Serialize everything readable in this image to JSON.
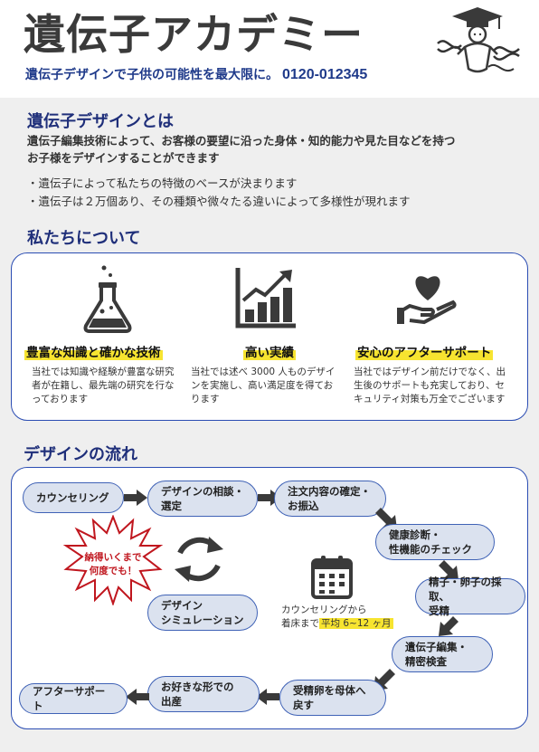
{
  "header": {
    "title": "遺伝子アカデミー",
    "tagline": "遺伝子デザインで子供の可能性を最大限に。",
    "phone": "0120-012345",
    "logo_icon": "graduation-baby-dna-icon"
  },
  "intro": {
    "title": "遺伝子デザインとは",
    "lead_line1": "遺伝子編集技術によって、お客様の要望に沿った身体・知的能力や見た目などを持つ",
    "lead_line2": "お子様をデザインすることができます",
    "bullets": [
      "・遺伝子によって私たちの特徴のベースが決まります",
      "・遺伝子は２万個あり、その種類や微々たる違いによって多様性が現れます"
    ]
  },
  "about": {
    "title": "私たちについて",
    "features": [
      {
        "icon": "flask-icon",
        "heading": "豊富な知識と確かな技術",
        "desc": [
          "当社では知識や経験が豊富な研究",
          "者が在籍し、最先端の研究を行な",
          "っております"
        ]
      },
      {
        "icon": "growth-chart-icon",
        "heading": "高い実績",
        "desc": [
          "当社では述べ 3000 人ものデザイ",
          "ンを実施し、高い満足度を得てお",
          "ります"
        ]
      },
      {
        "icon": "heart-hand-icon",
        "heading": "安心のアフターサポート",
        "desc": [
          "当社ではデザイン前だけでなく、出",
          "生後のサポートも充実しており、セ",
          "キュリティ対策も万全でございます"
        ]
      }
    ]
  },
  "flow": {
    "title": "デザインの流れ",
    "steps": [
      [
        "カウンセリング"
      ],
      [
        "デザインの相談・",
        "選定"
      ],
      [
        "注文内容の確定・",
        "お振込"
      ],
      [
        "健康診断・",
        "性機能のチェック"
      ],
      [
        "精子・卵子の採取、",
        "受精"
      ],
      [
        "遺伝子編集・",
        "精密検査"
      ],
      [
        "受精卵を母体へ",
        "戻す"
      ],
      [
        "お好きな形での",
        "出産"
      ],
      [
        "アフターサポート"
      ],
      [
        "デザイン",
        "シミュレーション"
      ]
    ],
    "burst_text": [
      "納得いくまで",
      "何度でも！"
    ],
    "note_line1": "カウンセリングから",
    "note_line2_prefix": "着床まで",
    "note_highlight": "平均 6~12 ヶ月",
    "calendar_icon": "calendar-icon",
    "cycle_icon": "cycle-arrows-icon",
    "colors": {
      "accent": "#1f2f7a",
      "step_fill": "#dbe2ef",
      "highlight": "#f7e430",
      "burst": "#c0161e"
    }
  }
}
